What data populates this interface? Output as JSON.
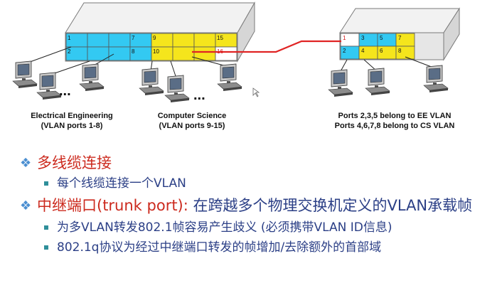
{
  "diagram": {
    "left_switch": {
      "ports_row1": [
        "1",
        "",
        "",
        "7",
        "9",
        "",
        "",
        "15"
      ],
      "ports_row2": [
        "2",
        "",
        "",
        "8",
        "10",
        "",
        "",
        "16"
      ],
      "ellipsis_ee": "...",
      "ellipsis_cs": "..."
    },
    "right_switch": {
      "ports_row1": [
        "1",
        "3",
        "5",
        "7"
      ],
      "ports_row2": [
        "2",
        "4",
        "6",
        "8"
      ]
    },
    "captions": {
      "ee_line1": "Electrical Engineering",
      "ee_line2": "(VLAN ports 1-8)",
      "cs_line1": "Computer Science",
      "cs_line2": "(VLAN ports 9-15)",
      "right_line1": "Ports 2,3,5 belong to EE VLAN",
      "right_line2": "Ports 4,6,7,8 belong to CS VLAN"
    },
    "colors": {
      "ee": "#33c9f2",
      "cs": "#f5e51c",
      "trunk": "#e02424",
      "switch_body": "#e6e6e6"
    }
  },
  "bullets": {
    "b1_red": "多线缆连接",
    "b1_sub1": "每个线缆连接一个VLAN",
    "b2_red": "中继端口(trunk port):",
    "b2_rest": " 在跨越多个物理交换机定义的VLAN承载帧",
    "b2_sub1": "为多VLAN转发802.1帧容易产生歧义 (必须携带VLAN ID信息)",
    "b2_sub2": "802.1q协议为经过中继端口转发的帧增加/去除额外的首部域"
  }
}
